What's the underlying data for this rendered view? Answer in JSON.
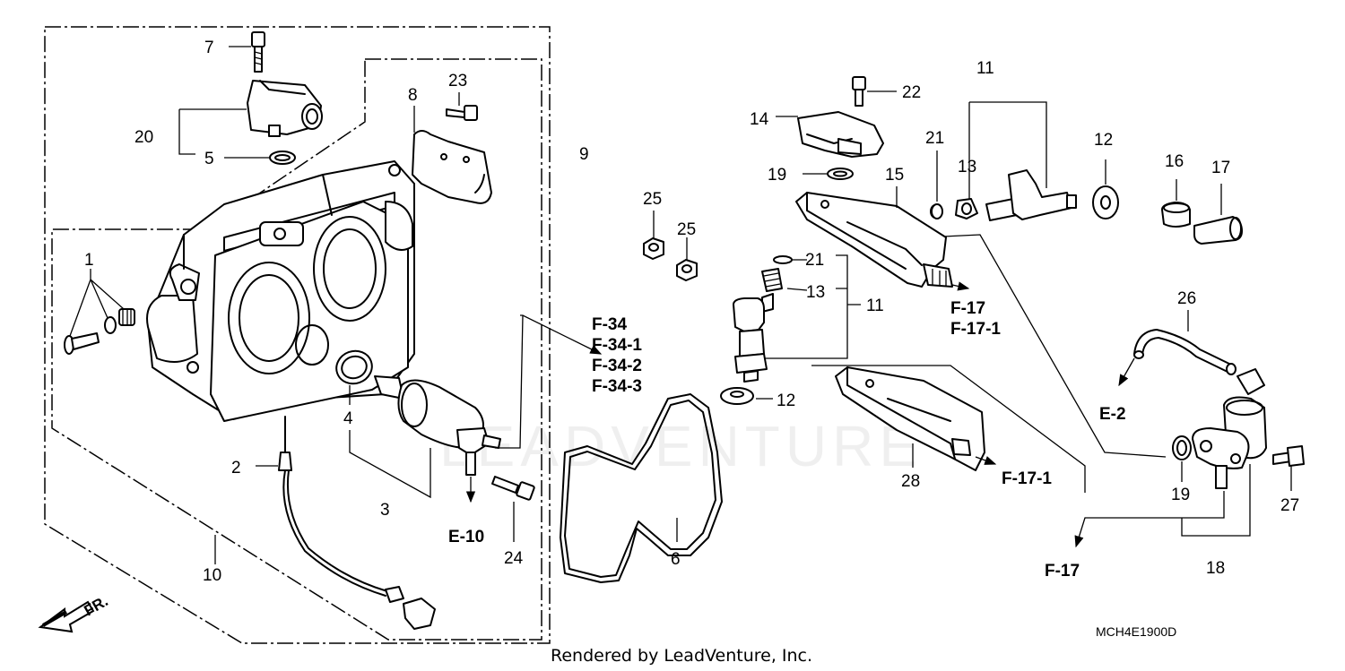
{
  "diagram_code": "MCH4E1900D",
  "credit": "Rendered by LeadVenture, Inc.",
  "watermark": "LEADVENTURE",
  "direction_marker": "FR.",
  "callouts": {
    "c1": "1",
    "c2": "2",
    "c3": "3",
    "c4": "4",
    "c5": "5",
    "c6": "6",
    "c7": "7",
    "c8": "8",
    "c9": "9",
    "c10": "10",
    "c11a": "11",
    "c11b": "11",
    "c12a": "12",
    "c12b": "12",
    "c13a": "13",
    "c13b": "13",
    "c14": "14",
    "c15": "15",
    "c16": "16",
    "c17": "17",
    "c18": "18",
    "c19a": "19",
    "c19b": "19",
    "c20": "20",
    "c21a": "21",
    "c21b": "21",
    "c22": "22",
    "c23": "23",
    "c24": "24",
    "c25a": "25",
    "c25b": "25",
    "c26": "26",
    "c27": "27",
    "c28": "28"
  },
  "references": {
    "f34": "F-34",
    "f34_1": "F-34-1",
    "f34_2": "F-34-2",
    "f34_3": "F-34-3",
    "f17a": "F-17",
    "f17_1a": "F-17-1",
    "f17_1b": "F-17-1",
    "f17b": "F-17",
    "e2": "E-2",
    "e10": "E-10"
  }
}
